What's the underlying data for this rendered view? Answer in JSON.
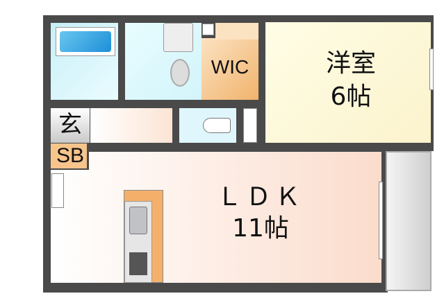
{
  "rooms": {
    "western": {
      "name": "洋室",
      "size": "6帖"
    },
    "wic": {
      "name": "WIC"
    },
    "entrance": {
      "name": "玄"
    },
    "shoe_box": {
      "name": "SB"
    },
    "ldk": {
      "name": "ＬＤＫ",
      "size": "11帖"
    }
  },
  "colors": {
    "wall": "#4a4a4a",
    "ldk": "#fbd9c8",
    "western": "#fdf8dc",
    "wic": "#f1b36c",
    "wet_area": "#d9f6fb",
    "balcony": "#d8d8d8"
  }
}
